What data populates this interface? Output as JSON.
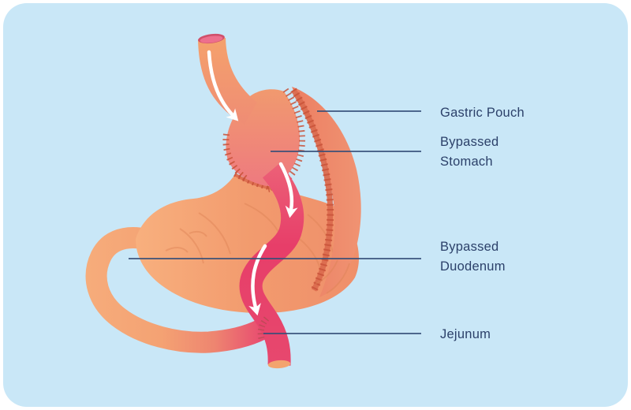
{
  "canvas": {
    "page_background": "#ffffff",
    "card_background": "#c9e7f7"
  },
  "colors": {
    "label_text": "#2c416a",
    "connector_line": "#344e78",
    "organ_light_orange": "#f8b07e",
    "organ_orange": "#f29a6e",
    "organ_salmon": "#ee7880",
    "staple_red": "#c85138",
    "fold_dark_orange": "#db6b4f",
    "tube_pink": "#e73e69",
    "flow_arrow": "#ffffff",
    "esophagus_opening_pink": "#d0506b",
    "jejunum_cut_orange": "#f3a46e"
  },
  "illustration": {
    "subject": "gastric-bypass-anatomy",
    "parts": [
      "esophagus",
      "gastric-pouch",
      "bypassed-stomach",
      "bypassed-duodenum",
      "jejunum",
      "flow-arrows"
    ]
  },
  "labels": [
    {
      "id": "gastric-pouch",
      "lines": [
        "Gastric Pouch"
      ]
    },
    {
      "id": "bypassed-stomach",
      "lines": [
        "Bypassed",
        "Stomach"
      ]
    },
    {
      "id": "bypassed-duodenum",
      "lines": [
        "Bypassed",
        "Duodenum"
      ]
    },
    {
      "id": "jejunum",
      "lines": [
        "Jejunum"
      ]
    }
  ]
}
